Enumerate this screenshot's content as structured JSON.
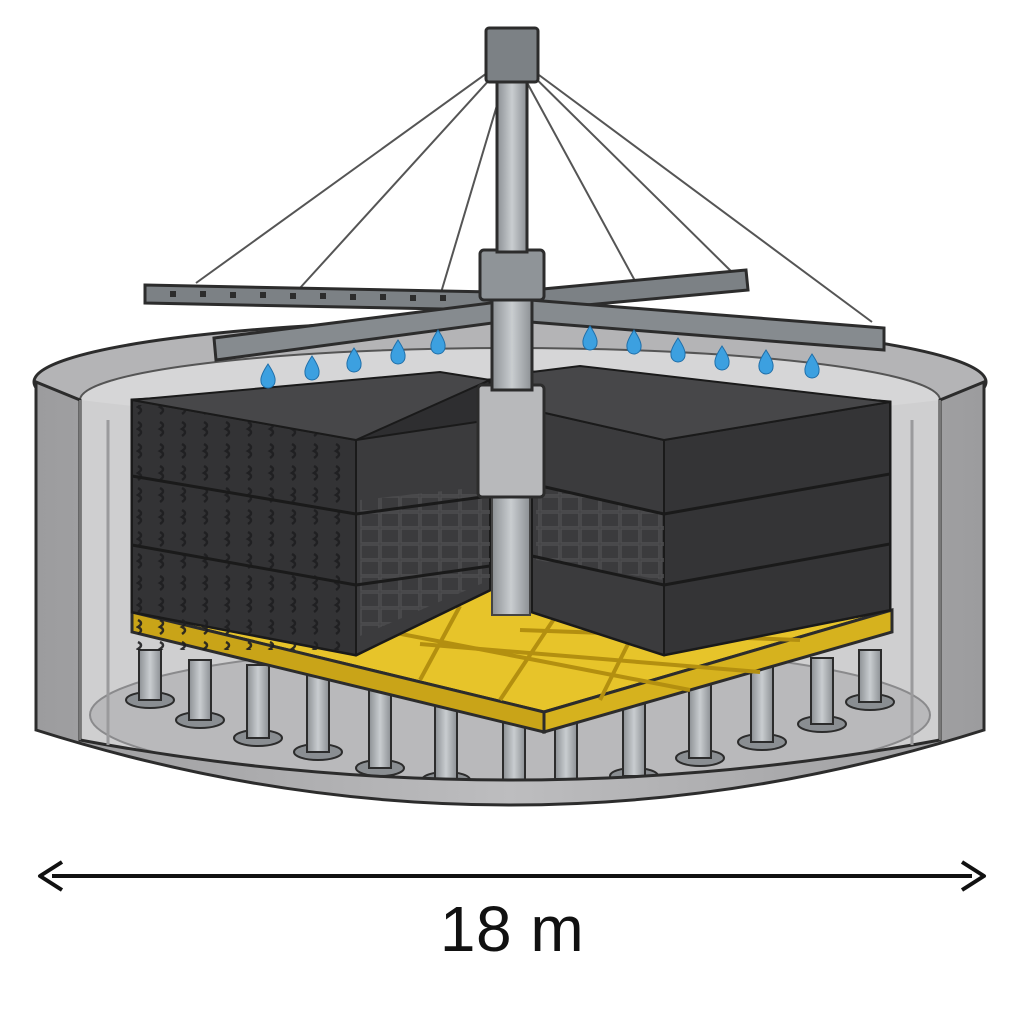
{
  "diagram": {
    "dimension_label": "18 m",
    "subject": "trickling-filter-tank",
    "parts": {
      "tank": "concrete-tank",
      "media": "filter-media-blocks",
      "distributor": "rotary-distributor",
      "underdrain": "underdrain-grating",
      "supports": "support-columns",
      "droplets": "water-droplets",
      "cables": "support-cables"
    },
    "colors": {
      "tank_outer": "#a9a9ab",
      "tank_inner": "#cfcfd0",
      "tank_floor": "#b9b9bb",
      "media_front": "#333335",
      "media_top": "#474749",
      "grating": "#e7c42a",
      "grating_dark": "#c9a418",
      "steel": "#7c8185",
      "steel_light": "#a8adb1",
      "water": "#3ca0e0",
      "outline": "#2c2c2c"
    }
  }
}
